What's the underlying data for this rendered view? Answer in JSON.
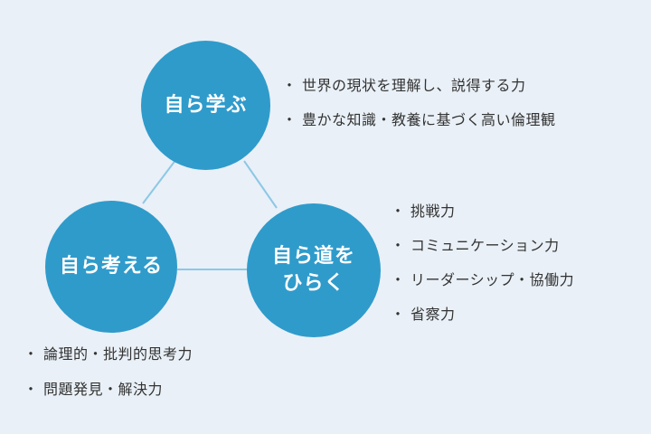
{
  "circles": {
    "learn": {
      "label": "自ら学ぶ"
    },
    "think": {
      "label": "自ら考える"
    },
    "path": {
      "line1": "自ら道を",
      "line2": "ひらく"
    }
  },
  "bullets": {
    "learn": [
      "世界の現状を理解し、説得する力",
      "豊かな知識・教養に基づく高い倫理観"
    ],
    "path": [
      "挑戦力",
      "コミュニケーション力",
      "リーダーシップ・協働力",
      "省察力"
    ],
    "think": [
      "論理的・批判的思考力",
      "問題発見・解決力"
    ]
  },
  "colors": {
    "circle": "#2f9bcb",
    "connector": "#8cc8e6",
    "background": "#e9f0f7",
    "text": "#333333"
  }
}
